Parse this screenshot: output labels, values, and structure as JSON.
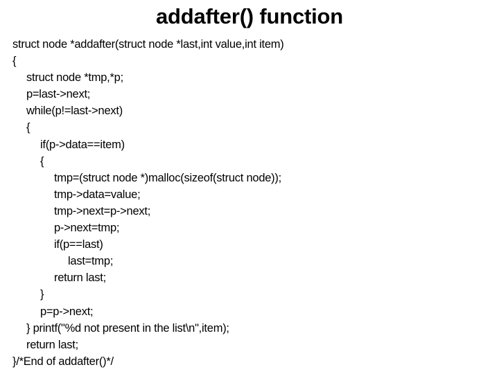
{
  "slide": {
    "title": "addafter() function",
    "background_color": "#ffffff",
    "text_color": "#000000"
  },
  "code": {
    "language": "c",
    "lines": [
      {
        "indent": 0,
        "text": "struct node *addafter(struct node *last,int value,int item)"
      },
      {
        "indent": 0,
        "text": "{"
      },
      {
        "indent": 1,
        "text": "struct node *tmp,*p;"
      },
      {
        "indent": 1,
        "text": "p=last->next;"
      },
      {
        "indent": 1,
        "text": "while(p!=last->next)"
      },
      {
        "indent": 1,
        "text": "{"
      },
      {
        "indent": 2,
        "text": "if(p->data==item)"
      },
      {
        "indent": 2,
        "text": "{"
      },
      {
        "indent": 3,
        "text": "tmp=(struct node *)malloc(sizeof(struct node));"
      },
      {
        "indent": 3,
        "text": "tmp->data=value;"
      },
      {
        "indent": 3,
        "text": "tmp->next=p->next;"
      },
      {
        "indent": 3,
        "text": "p->next=tmp;"
      },
      {
        "indent": 3,
        "text": "if(p==last)"
      },
      {
        "indent": 4,
        "text": "last=tmp;"
      },
      {
        "indent": 3,
        "text": "return last;"
      },
      {
        "indent": 2,
        "text": "}"
      },
      {
        "indent": 2,
        "text": "p=p->next;"
      },
      {
        "indent": 1,
        "text": "} printf(\"%d not present in the list\\n\",item);"
      },
      {
        "indent": 1,
        "text": "return last;"
      },
      {
        "indent": 0,
        "text": "}/*End of addafter()*/"
      }
    ]
  }
}
